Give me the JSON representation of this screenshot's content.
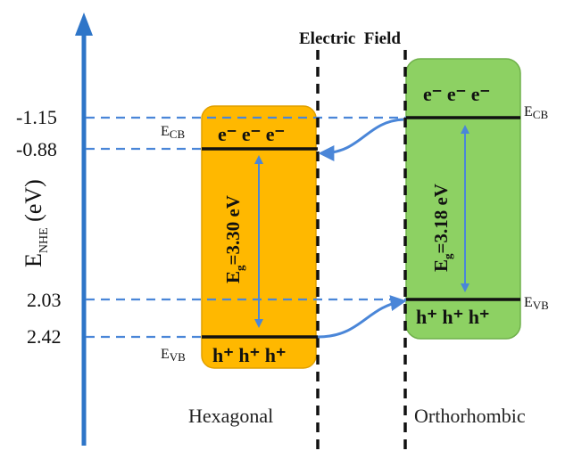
{
  "axis": {
    "label_main": "E",
    "label_sub": "NHE",
    "label_unit": " (eV)",
    "ticks": [
      "-1.15",
      "-0.88",
      "2.03",
      "2.42"
    ]
  },
  "electric_field": {
    "label": "Electric  Field"
  },
  "hexagonal": {
    "name": "Hexagonal",
    "ecb_main": "E",
    "ecb_sub": "CB",
    "evb_main": "E",
    "evb_sub": "VB",
    "electrons": "e⁻ e⁻ e⁻",
    "holes": "h⁺ h⁺ h⁺",
    "bandgap_main": "E",
    "bandgap_sub": "g",
    "bandgap_value": "=3.30 eV",
    "color": "#FFB800"
  },
  "orthorhombic": {
    "name": "Orthorhombic",
    "ecb_main": "E",
    "ecb_sub": "CB",
    "evb_main": "E",
    "evb_sub": "VB",
    "electrons": "e⁻ e⁻ e⁻",
    "holes": "h⁺ h⁺ h⁺",
    "bandgap_main": "E",
    "bandgap_sub": "g",
    "bandgap_value": "=3.18 eV",
    "color": "#8DD163"
  },
  "colors": {
    "axis": "#2E75C8",
    "dashed_level": "#4A86D8",
    "arrow": "#4A86D8",
    "field_line": "#111111"
  }
}
